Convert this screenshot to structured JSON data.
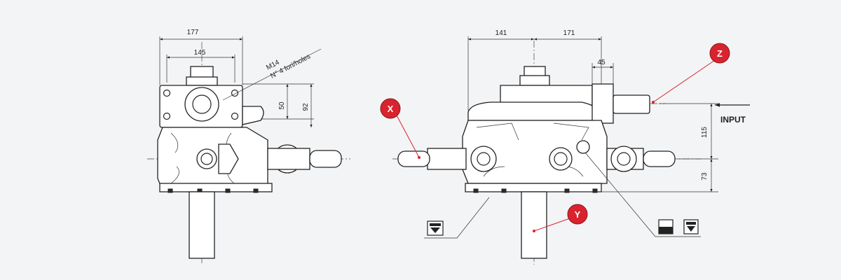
{
  "colors": {
    "background": "#f3f4f6",
    "line": "#222222",
    "callout_fill": "#d9232e",
    "callout_text": "#ffffff"
  },
  "left_view": {
    "dimensions": {
      "width_outer": "177",
      "width_inner": "145",
      "flange_half": "50",
      "flange_height": "92"
    },
    "note_line1": "M14",
    "note_line2": "N° 4 fori/holes"
  },
  "right_view": {
    "dimensions": {
      "left_span": "141",
      "right_span": "171",
      "input_offset": "45",
      "height_upper": "115",
      "height_lower": "73"
    },
    "input_label": "INPUT",
    "callouts": {
      "x": "X",
      "y": "Y",
      "z": "Z"
    },
    "icons": [
      "oil-fill-icon",
      "oil-level-icon",
      "oil-drain-icon"
    ]
  }
}
